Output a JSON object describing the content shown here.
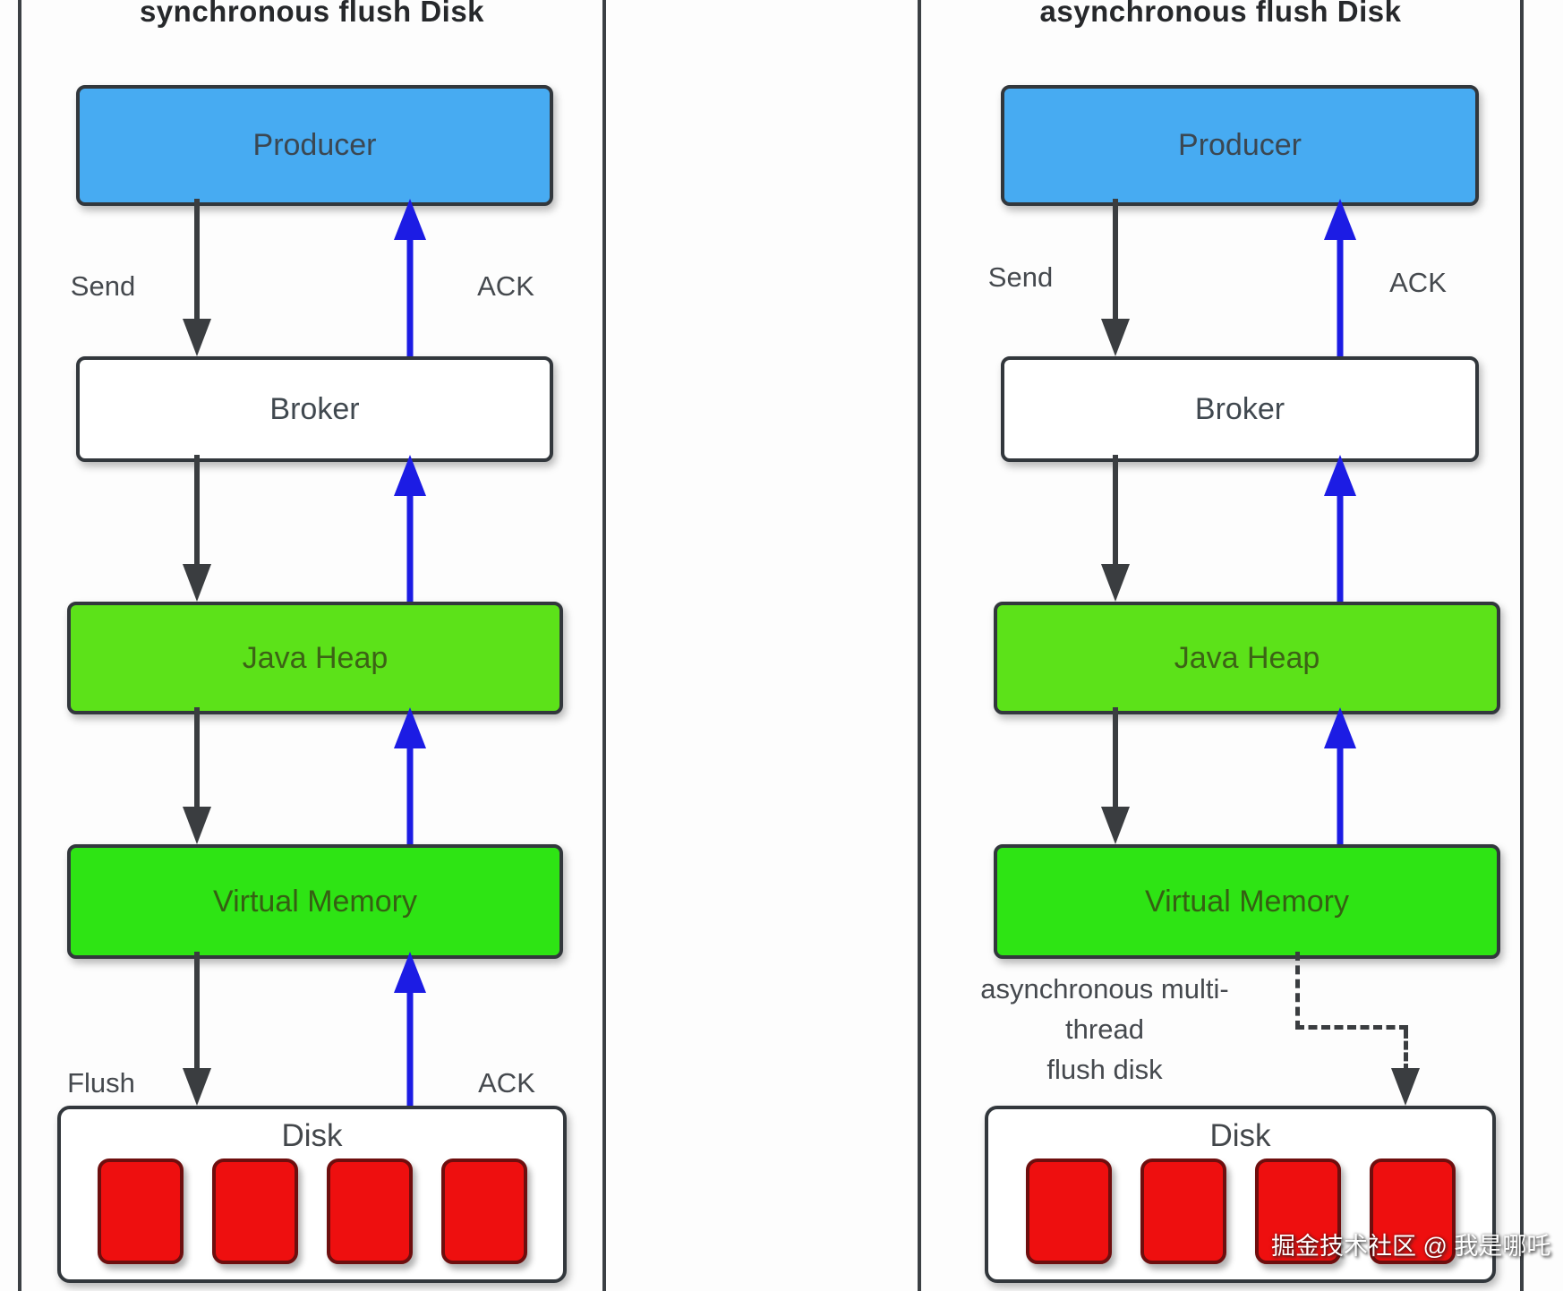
{
  "colors": {
    "producer_fill": "#47abf2",
    "heap_fill": "#5ce219",
    "vm_fill": "#2ee414",
    "bar_fill": "#ee0f0f",
    "arrow_black": "#3a3d40",
    "arrow_blue": "#1c1ce4",
    "box_border": "#32373c",
    "panel_border": "#3c4044",
    "title_text": "#26282b"
  },
  "watermark": "掘金技术社区 @ 我是哪吒",
  "panels": {
    "left": {
      "title": "synchronous flush Disk",
      "nodes": {
        "producer": "Producer",
        "broker": "Broker",
        "java_heap": "Java Heap",
        "virtual_memory": "Virtual Memory",
        "disk": "Disk"
      },
      "labels": {
        "send": "Send",
        "ack_top": "ACK",
        "flush": "Flush",
        "ack_bottom": "ACK"
      },
      "disk_bar_count": 4
    },
    "right": {
      "title": "asynchronous flush Disk",
      "nodes": {
        "producer": "Producer",
        "broker": "Broker",
        "java_heap": "Java Heap",
        "virtual_memory": "Virtual Memory",
        "disk": "Disk"
      },
      "labels": {
        "send": "Send",
        "ack_top": "ACK",
        "async_flush_line1": "asynchronous multi-",
        "async_flush_line2": "thread",
        "async_flush_line3": "flush disk"
      },
      "disk_bar_count": 4
    }
  }
}
